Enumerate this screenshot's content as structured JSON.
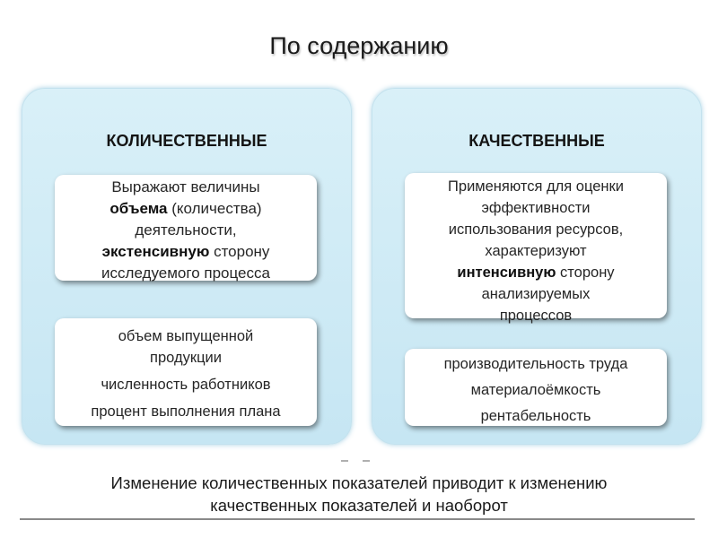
{
  "title": "По содержанию",
  "left": {
    "heading": "КОЛИЧЕСТВЕННЫЕ",
    "definition": {
      "line1": "Выражают величины",
      "line2_bold": "объема",
      "line2_rest": " (количества)",
      "line3": "деятельности,",
      "line4_bold": "экстенсивную",
      "line4_rest": " сторону",
      "line5": "исследуемого процесса"
    },
    "examples": [
      "объем выпущенной",
      "продукции",
      "численность работников",
      "процент выполнения плана"
    ]
  },
  "right": {
    "heading": "КАЧЕСТВЕННЫЕ",
    "definition": {
      "line1": "Применяются для оценки",
      "line2": "эффективности",
      "line3": "использования ресурсов,",
      "line4": "характеризуют",
      "line5_bold": "интенсивную",
      "line5_rest": " сторону",
      "line6": "анализируемых",
      "line7": "процессов"
    },
    "examples": [
      "производительность труда",
      "материалоёмкость",
      "рентабельность"
    ]
  },
  "footer": {
    "line1": "Изменение количественных показателей приводит к изменению",
    "line2": "качественных показателей и наоборот"
  }
}
